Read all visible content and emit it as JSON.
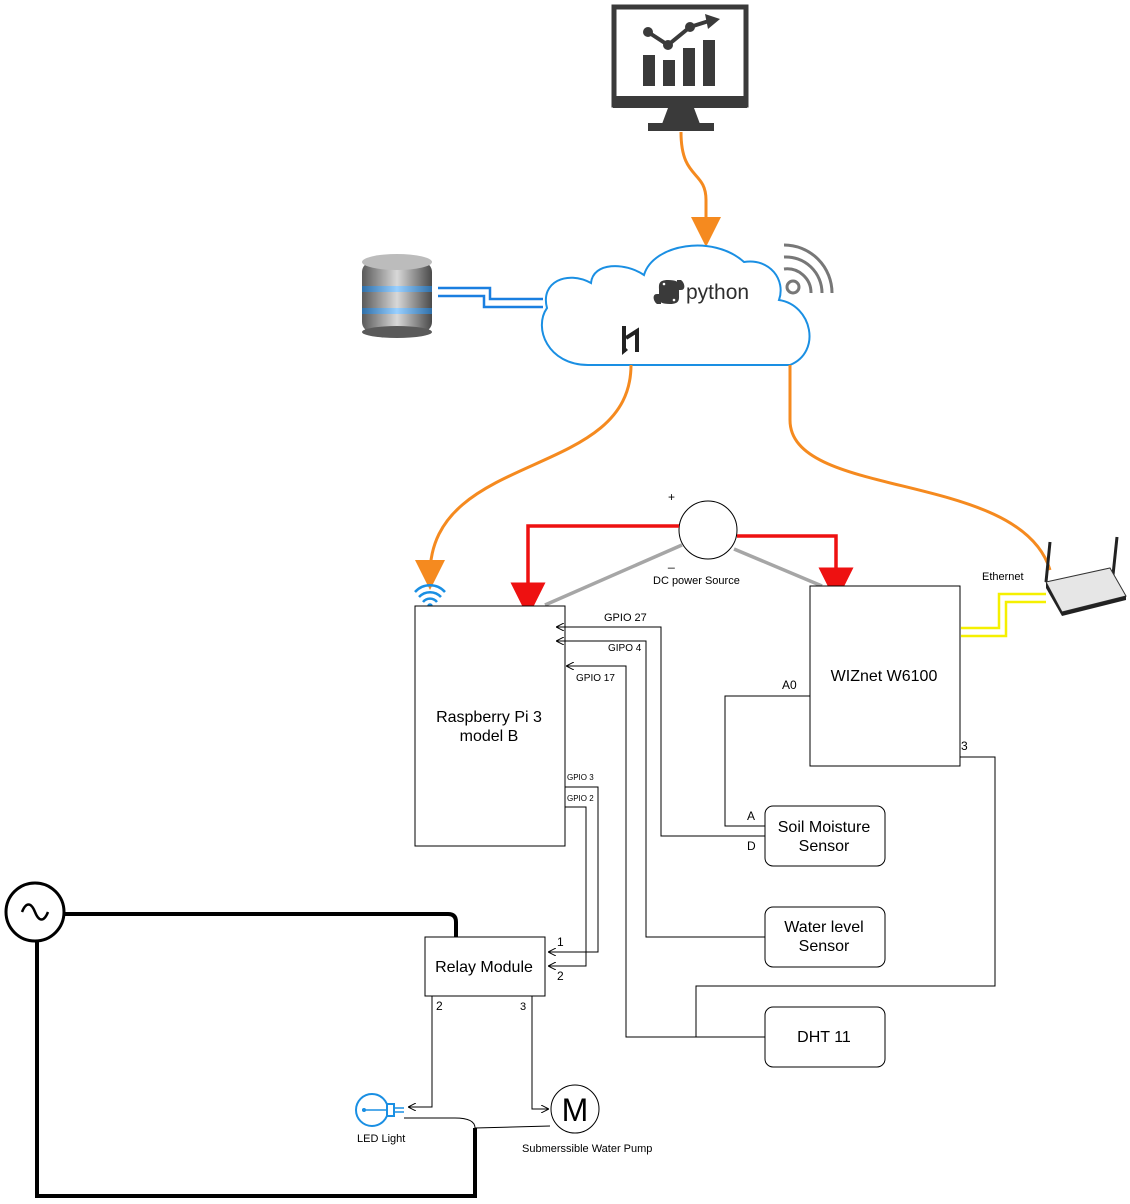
{
  "cloud": {
    "python_label": "python"
  },
  "boxes": {
    "raspberry_pi_line1": "Raspberry Pi 3",
    "raspberry_pi_line2": "model B",
    "wiznet": "WIZnet W6100",
    "soil_line1": "Soil Moisture",
    "soil_line2": "Sensor",
    "water_line1": "Water level",
    "water_line2": "Sensor",
    "dht": "DHT 11",
    "relay": "Relay Module"
  },
  "labels": {
    "plus": "+",
    "minus": "_",
    "dc_power": "DC power Source",
    "ethernet": "Ethernet",
    "gpio27": "GPIO 27",
    "gipo4": "GIPO 4",
    "gpio17": "GPIO 17",
    "gpio3": "GPIO 3",
    "gpio2": "GPIO 2",
    "a0": "A0",
    "pin3_wiz": "3",
    "pin_a": "A",
    "pin_d": "D",
    "relay_in1": "1",
    "relay_in2": "2",
    "relay_out2": "2",
    "relay_out3": "3",
    "motor": "M",
    "led_light": "LED Light",
    "pump": "Submerssible Water Pump"
  },
  "colors": {
    "cloud_stroke": "#1a8fe3",
    "orange_link": "#f58a1f",
    "red_wire": "#ee1111",
    "gray_wire": "#a6a6a6",
    "blue_link": "#1a7fe0",
    "yellow_link": "#f5f000",
    "monitor": "#3a3a3a"
  },
  "icons": [
    "monitor-chart-icon",
    "database-icon",
    "wifi-signal-icon",
    "python-logo-icon",
    "heroku-logo-icon",
    "router-icon",
    "wifi-icon",
    "ac-source-icon",
    "bulb-icon"
  ]
}
